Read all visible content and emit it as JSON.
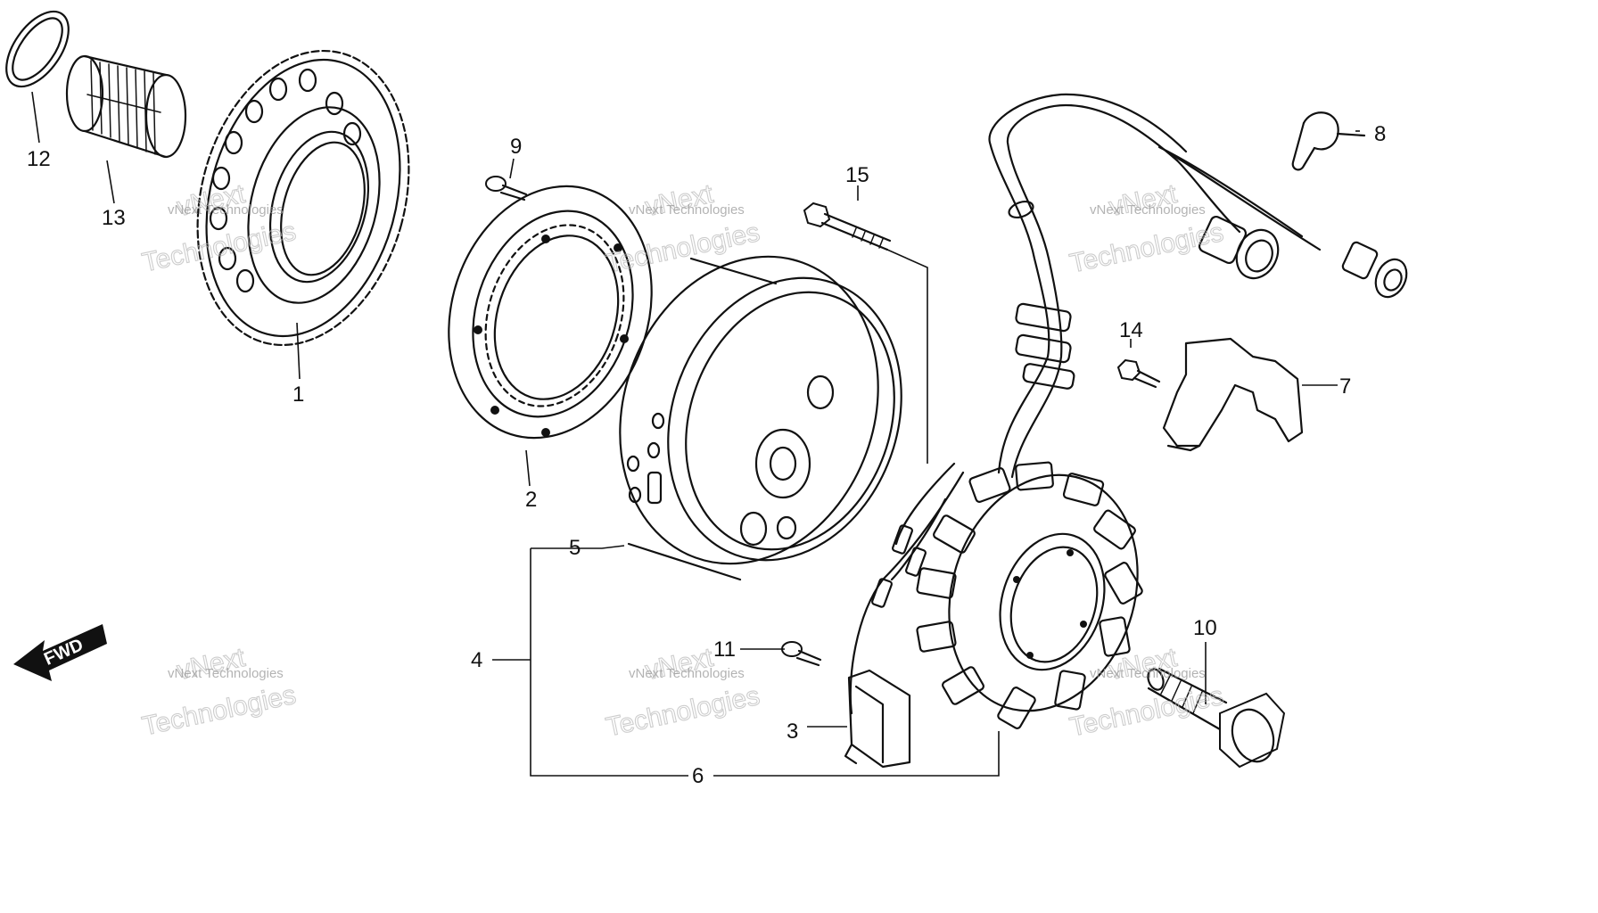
{
  "callouts": {
    "c1": "1",
    "c2": "2",
    "c3": "3",
    "c4": "4",
    "c5": "5",
    "c6": "6",
    "c7": "7",
    "c8": "8",
    "c9": "9",
    "c10": "10",
    "c11": "11",
    "c12": "12",
    "c13": "13",
    "c14": "14",
    "c15": "15"
  },
  "direction_label": "FWD",
  "watermark": {
    "line1": "vNext",
    "line2": "Technologies",
    "full": "vNext Technologies"
  },
  "colors": {
    "ink": "#111111",
    "background": "#ffffff",
    "watermark": "#b8b8b8"
  },
  "icons": [
    "fwd-arrow-icon"
  ]
}
